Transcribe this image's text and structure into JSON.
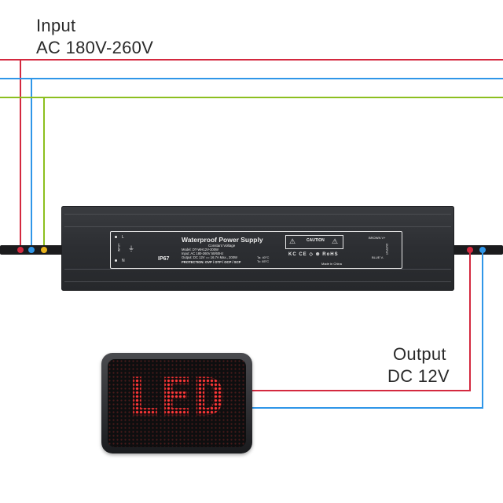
{
  "input": {
    "heading": "Input",
    "spec": "AC 180V-260V"
  },
  "output": {
    "heading": "Output",
    "spec": "DC 12V"
  },
  "wire_colors": {
    "live": "#d4293f",
    "neutral": "#2f96e8",
    "earth": "#8cbf1f",
    "dc_positive": "#d4293f",
    "dc_negative": "#2f96e8"
  },
  "psu_label": {
    "title": "Waterproof Power Supply",
    "subtitle": "Constant Voltage",
    "model": "Model: DT-WH12V-200W",
    "input": "Input:   AC 180-260V   50/60Hz",
    "output": "Output: DC 12V == 16.7A Max., 200W",
    "protection": "PROTECTION: OVP / OTP / OCP / SCP",
    "rating": "IP67",
    "caution": "CAUTION",
    "left_terminals": [
      "L",
      "N"
    ],
    "left_vertical": "INPUT",
    "right_terminals": [
      "BROWN V+",
      "BLUE V-"
    ],
    "right_vertical": "OUTPUT",
    "certifications": "KC CE ◇ ⊗ RoHS",
    "small_notes": [
      "Ta: 40°C",
      "Tc: 85°C",
      "Made in China"
    ]
  },
  "led_display": {
    "text": "LED",
    "color": "#e02020"
  }
}
